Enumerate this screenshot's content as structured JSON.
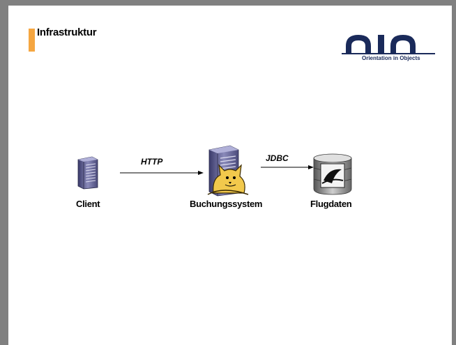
{
  "slide": {
    "title": "Infrastruktur",
    "accent_color": "#f5a641"
  },
  "logo": {
    "icon": "oio-logo",
    "tagline": "Orientation in Objects",
    "color": "#1a2a5a"
  },
  "diagram": {
    "nodes": [
      {
        "id": "client",
        "label": "Client",
        "icon": "server-tower-icon"
      },
      {
        "id": "booking",
        "label": "Buchungssystem",
        "icon": "tomcat-server-icon"
      },
      {
        "id": "data",
        "label": "Flugdaten",
        "icon": "database-icon"
      }
    ],
    "edges": [
      {
        "from": "client",
        "to": "booking",
        "label": "HTTP"
      },
      {
        "from": "booking",
        "to": "data",
        "label": "JDBC"
      }
    ]
  }
}
